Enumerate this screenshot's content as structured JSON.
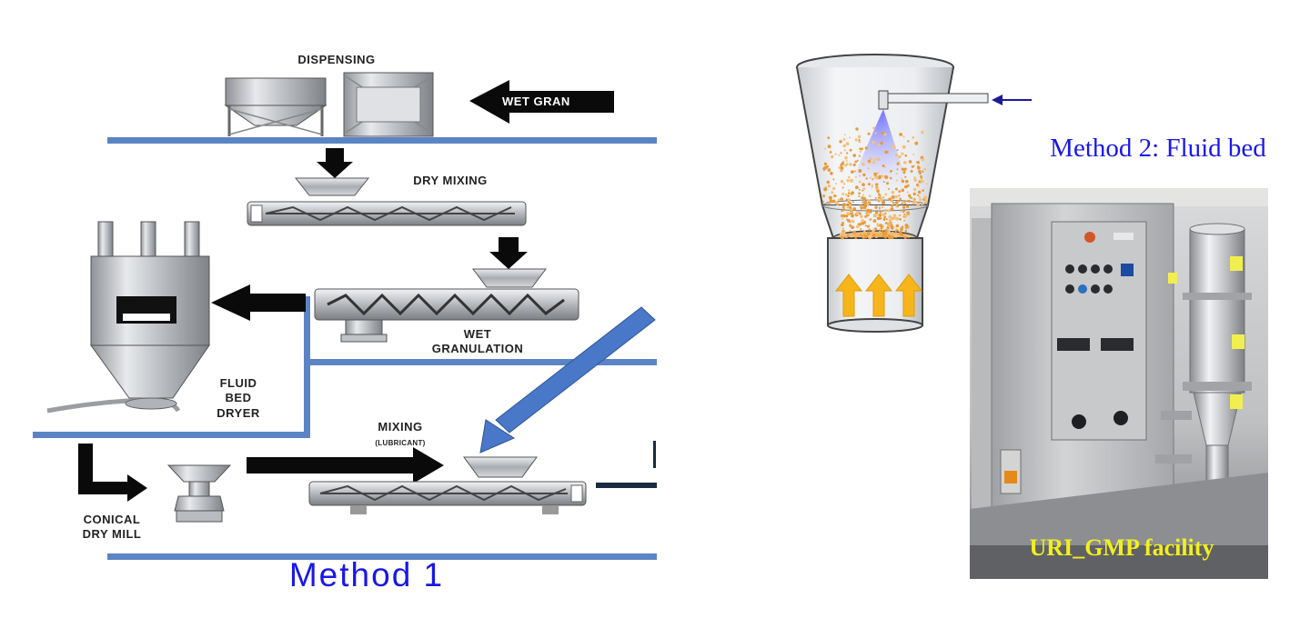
{
  "method1": {
    "title": "Method 1",
    "labels": {
      "dispensing": "DISPENSING",
      "wet_gran": "WET GRAN",
      "dry_mixing": "DRY MIXING",
      "wet_granulation_1": "WET",
      "wet_granulation_2": "GRANULATION",
      "fluid_bed_dryer_1": "FLUID",
      "fluid_bed_dryer_2": "BED",
      "fluid_bed_dryer_3": "DRYER",
      "mixing": "MIXING",
      "lubricant": "(LUBRICANT)",
      "conical_dry_mill_1": "CONICAL",
      "conical_dry_mill_2": "DRY MILL"
    }
  },
  "method2": {
    "title": "Method 2: Fluid bed",
    "photo_caption": "URI_GMP facility"
  },
  "colors": {
    "caption_blue": "#1a18e6",
    "rail_blue": "#5b84c4",
    "flow_arrow_blue": "#4a78c8",
    "air_arrow_orange": "#f7b51c",
    "photo_caption_yellow": "#f2ef1e"
  }
}
